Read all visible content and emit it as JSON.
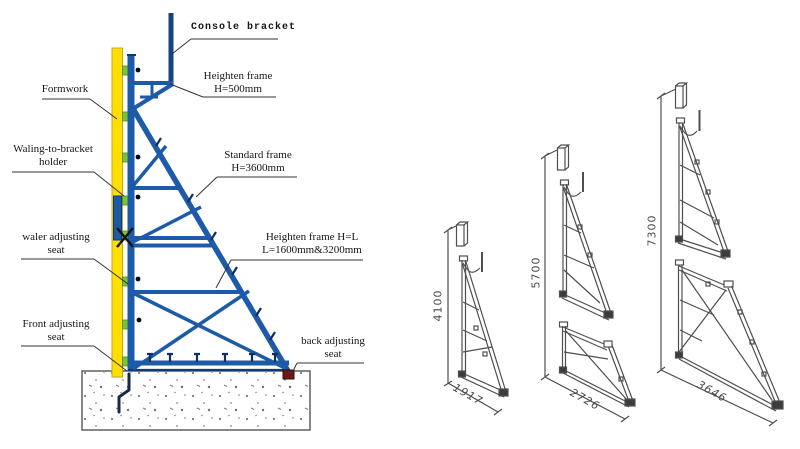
{
  "figure": {
    "left_diagram": {
      "labels": {
        "console_bracket": "Console bracket",
        "heighten_frame_top": [
          "Heighten frame",
          "H=500mm"
        ],
        "formwork": "Formwork",
        "waling_holder": [
          "Waling-to-bracket",
          "holder"
        ],
        "standard_frame": [
          "Standard frame",
          "H=3600mm"
        ],
        "waler_seat": [
          "waler adjusting",
          "seat"
        ],
        "heighten_frame_l": [
          "Heighten frame H=L",
          "L=1600mm&3200mm"
        ],
        "front_seat": [
          "Front adjusting",
          "seat"
        ],
        "back_seat": [
          "back adjusting",
          "seat"
        ]
      },
      "colors": {
        "frame_blue": "#1d5aa8",
        "console_blue": "#17427e",
        "formwork_yellow": "#ffde00",
        "connector_green": "#7cc531",
        "back_seat_red": "#6e1818",
        "concrete_outline": "#555555"
      }
    },
    "size_variants": [
      {
        "height": "4100",
        "base": "1917"
      },
      {
        "height": "5700",
        "base": "2726"
      },
      {
        "height": "7300",
        "base": "3646"
      }
    ]
  }
}
